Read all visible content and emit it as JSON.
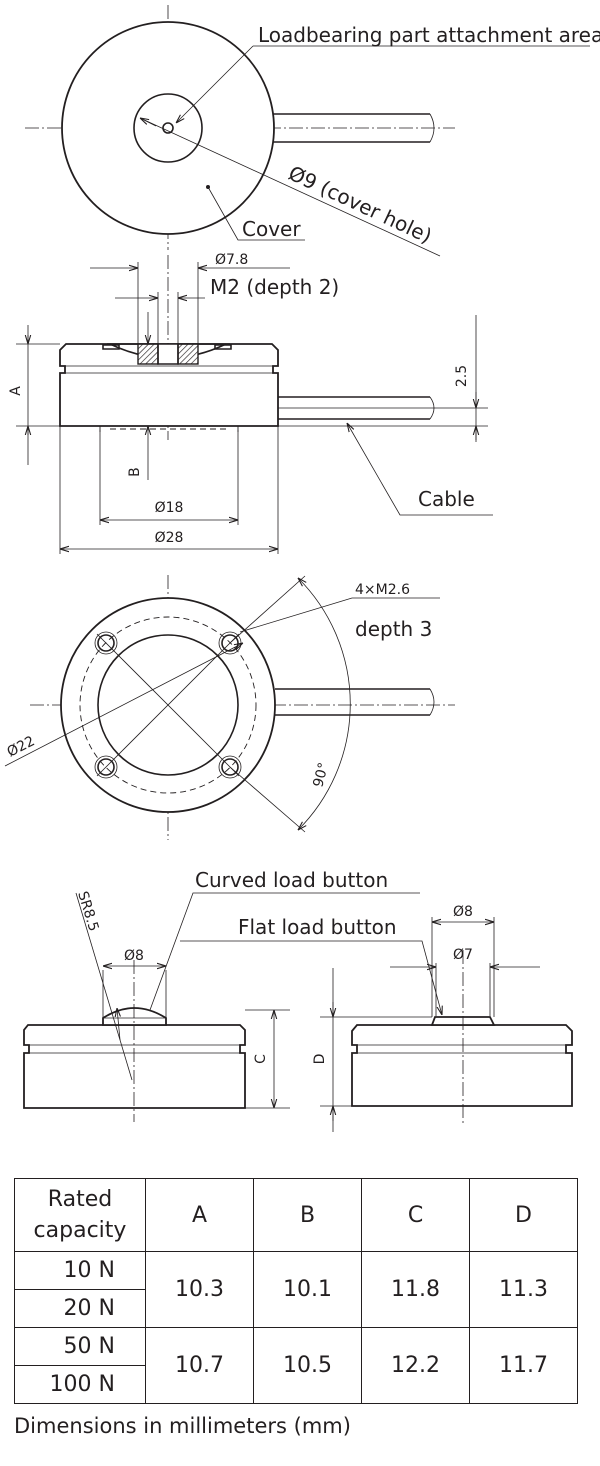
{
  "labels": {
    "loadbearing": "Loadbearing part attachment area",
    "cover_hole": "Ø9 (cover hole)",
    "cover": "Cover",
    "d78": "Ø7.8",
    "m2": "M2 (depth 2)",
    "a": "A",
    "b": "B",
    "t25": "2.5",
    "cable": "Cable",
    "d18": "Ø18",
    "d28": "Ø28",
    "m26": "4×M2.6",
    "depth3": "depth 3",
    "d22": "Ø22",
    "deg90": "90°",
    "curved": "Curved load button",
    "flat": "Flat load button",
    "sr85": "SR8.5",
    "d8a": "Ø8",
    "d8b": "Ø8",
    "d7": "Ø7",
    "c": "C",
    "d": "D"
  },
  "table": {
    "header_line1": "Rated",
    "header_line2": "capacity",
    "columns": [
      "A",
      "B",
      "C",
      "D"
    ],
    "groups": [
      {
        "capacities": [
          "10 N",
          "20 N"
        ],
        "values": [
          "10.3",
          "10.1",
          "11.8",
          "11.3"
        ]
      },
      {
        "capacities": [
          "50 N",
          "100 N"
        ],
        "values": [
          "10.7",
          "10.5",
          "12.2",
          "11.7"
        ]
      }
    ]
  },
  "note": "Dimensions in millimeters (mm)"
}
